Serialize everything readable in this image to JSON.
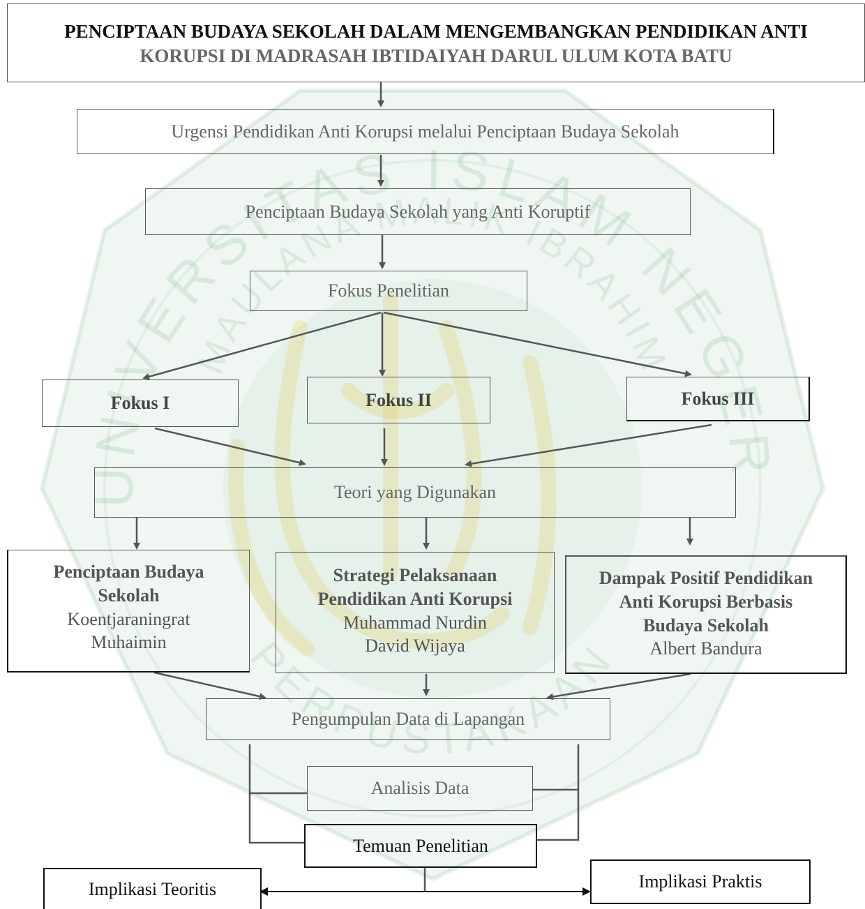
{
  "title": {
    "line1": "PENCIPTAAN BUDAYA SEKOLAH DALAM MENGEMBANGKAN PENDIDIKAN ANTI",
    "line2": "KORUPSI DI MADRASAH IBTIDAIYAH DARUL ULUM KOTA BATU"
  },
  "boxes": {
    "urgensi": "Urgensi Pendidikan Anti Korupsi melalui Penciptaan Budaya Sekolah",
    "penciptaan": "Penciptaan Budaya Sekolah yang Anti Koruptif",
    "fokus_penelitian": "Fokus Penelitian",
    "fokus1": "Fokus I",
    "fokus2": "Fokus II",
    "fokus3": "Fokus III",
    "teori": "Teori yang Digunakan",
    "pengumpulan": "Pengumpulan Data di Lapangan",
    "analisis": "Analisis Data",
    "temuan": "Temuan Penelitian",
    "implikasi_teoritis": "Implikasi Teoritis",
    "implikasi_praktis": "Implikasi Praktis"
  },
  "theories": [
    {
      "heading": [
        "Penciptaan Budaya",
        "Sekolah"
      ],
      "authors": [
        "Koentjaraningrat",
        "Muhaimin"
      ]
    },
    {
      "heading": [
        "Strategi Pelaksanaan",
        "Pendidikan Anti Korupsi"
      ],
      "authors": [
        "Muhammad Nurdin",
        "David Wijaya"
      ]
    },
    {
      "heading": [
        "Dampak Positif Pendidikan",
        "Anti Korupsi Berbasis",
        "Budaya Sekolah"
      ],
      "authors": [
        "Albert Bandura"
      ]
    }
  ],
  "watermark": {
    "outer_text": "UNIVERSITAS ISLAM NEGERI",
    "inner_text": "MAULANA MALIK IBRAHIM",
    "bottom_text": "PERPUSTAKAAN",
    "colors": {
      "green": "#2f8a4a",
      "gold": "#e8c23a"
    }
  },
  "colors": {
    "border": "#555555",
    "arrow": "#555555",
    "text_grey": "#666666"
  }
}
